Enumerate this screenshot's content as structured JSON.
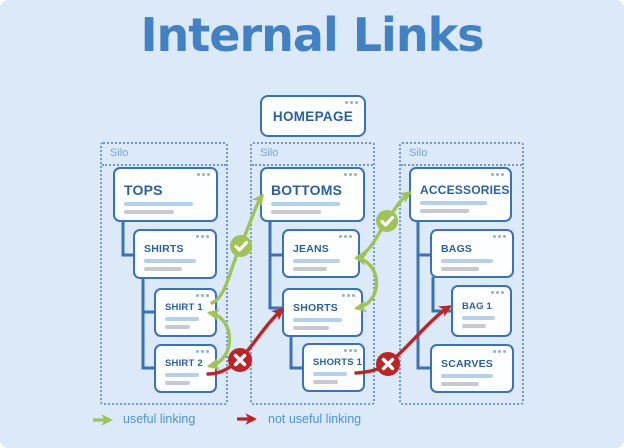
{
  "title": "Internal Links",
  "homepage": {
    "title": "HOMEPAGE"
  },
  "silos": [
    {
      "label": "Silo",
      "pages": [
        {
          "title": "TOPS"
        },
        {
          "title": "SHIRTS"
        },
        {
          "title": "SHIRT 1"
        },
        {
          "title": "SHIRT 2"
        }
      ]
    },
    {
      "label": "Silo",
      "pages": [
        {
          "title": "BOTTOMS"
        },
        {
          "title": "JEANS"
        },
        {
          "title": "SHORTS"
        },
        {
          "title": "SHORTS 1"
        }
      ]
    },
    {
      "label": "Silo",
      "pages": [
        {
          "title": "ACCESSORIES"
        },
        {
          "title": "BAGS"
        },
        {
          "title": "BAG 1"
        },
        {
          "title": "SCARVES"
        }
      ]
    }
  ],
  "links": {
    "useful": [
      "SHIRT 1 -> BOTTOMS",
      "SHIRT 1 <-> SHIRT 2",
      "JEANS -> ACCESSORIES",
      "JEANS <-> SHORTS"
    ],
    "not_useful": [
      "SHIRT 2 -> SHORTS",
      "SHORTS 1 -> BAG 1"
    ]
  },
  "legend": {
    "useful_label": "useful linking",
    "not_useful_label": "not useful linking"
  },
  "colors": {
    "background": "#dbe9f8",
    "title_blue": "#4181c4",
    "box_border_blue": "#3a72b5",
    "box_title_blue": "#2b5f9e",
    "useful_green": "#9fc356",
    "not_useful_red": "#bd2426"
  }
}
